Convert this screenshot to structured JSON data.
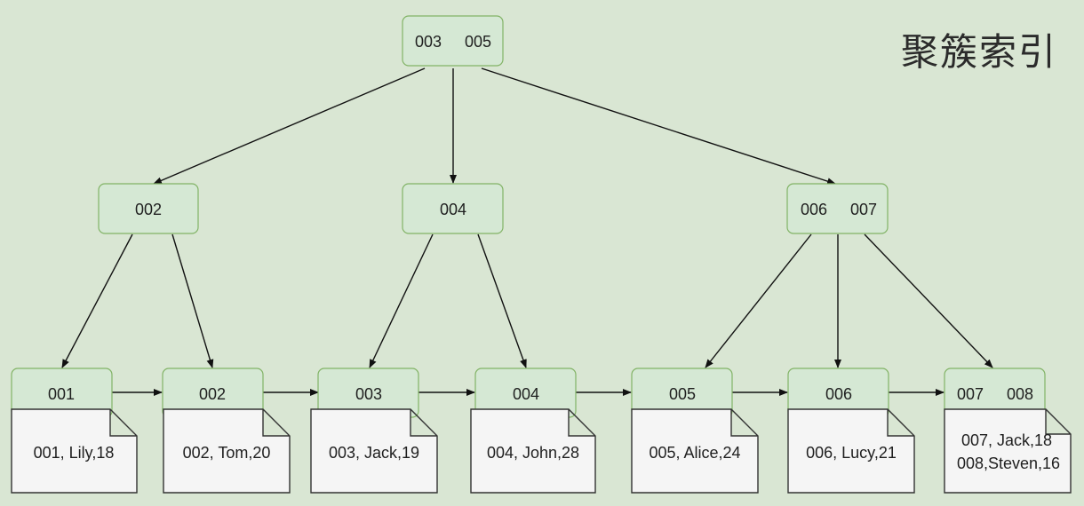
{
  "title": "聚簇索引",
  "colors": {
    "background": "#d9e6d3",
    "node_fill": "#d5e8d4",
    "node_stroke": "#82b366",
    "document_fill": "#f5f5f5",
    "edge": "#111111"
  },
  "root": {
    "keys": [
      "003",
      "005"
    ]
  },
  "internal_nodes": [
    {
      "keys": [
        "002"
      ]
    },
    {
      "keys": [
        "004"
      ]
    },
    {
      "keys": [
        "006",
        "007"
      ]
    }
  ],
  "leaves": [
    {
      "keys": [
        "001"
      ],
      "records": [
        "001, Lily,18"
      ]
    },
    {
      "keys": [
        "002"
      ],
      "records": [
        "002, Tom,20"
      ]
    },
    {
      "keys": [
        "003"
      ],
      "records": [
        "003, Jack,19"
      ]
    },
    {
      "keys": [
        "004"
      ],
      "records": [
        "004, John,28"
      ]
    },
    {
      "keys": [
        "005"
      ],
      "records": [
        "005, Alice,24"
      ]
    },
    {
      "keys": [
        "006"
      ],
      "records": [
        "006, Lucy,21"
      ]
    },
    {
      "keys": [
        "007",
        "008"
      ],
      "records": [
        "007, Jack,18",
        "008,Steven,16"
      ]
    }
  ]
}
